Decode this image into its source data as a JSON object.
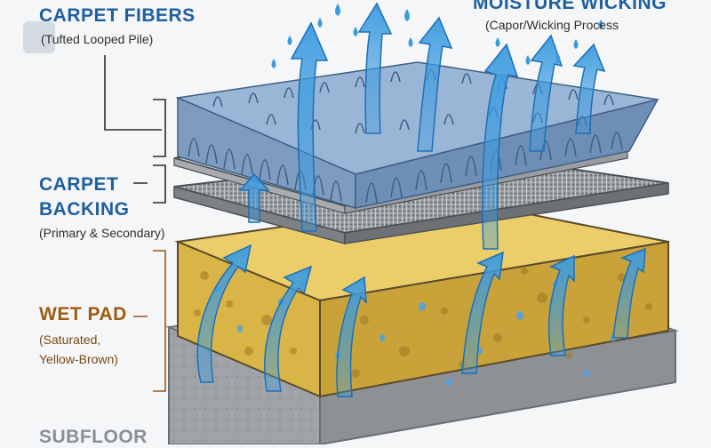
{
  "labels": {
    "carpet_fibers": {
      "title": "CARPET FIBERS",
      "subtitle": "(Tufted Looped Pile)"
    },
    "moisture_wicking": {
      "title": "MOISTURE WICKING",
      "subtitle": "(Capor/Wicking Process"
    },
    "carpet_backing": {
      "title_line1": "CARPET",
      "title_line2": "BACKING",
      "subtitle": "(Primary & Secondary)"
    },
    "wet_pad": {
      "title": "WET PAD",
      "subtitle_line1": "(Saturated,",
      "subtitle_line2": "Yellow-Brown)"
    },
    "subfloor": {
      "title": "SUBFLOOR"
    }
  },
  "colors": {
    "label_blue": "#1f5f9e",
    "label_brown": "#a05a10",
    "fiber_blue": "#8fb0d4",
    "pad_yellow": "#e3c25a",
    "arrow_blue": "#3b9be0",
    "concrete_gray": "#a9adb2"
  }
}
